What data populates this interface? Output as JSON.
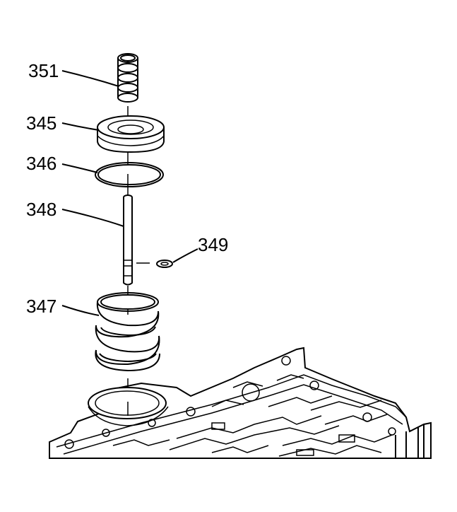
{
  "callouts": {
    "c351": "351",
    "c345": "345",
    "c346": "346",
    "c348": "348",
    "c349": "349",
    "c347": "347"
  },
  "colors": {
    "line": "#000000",
    "background": "#ffffff"
  }
}
